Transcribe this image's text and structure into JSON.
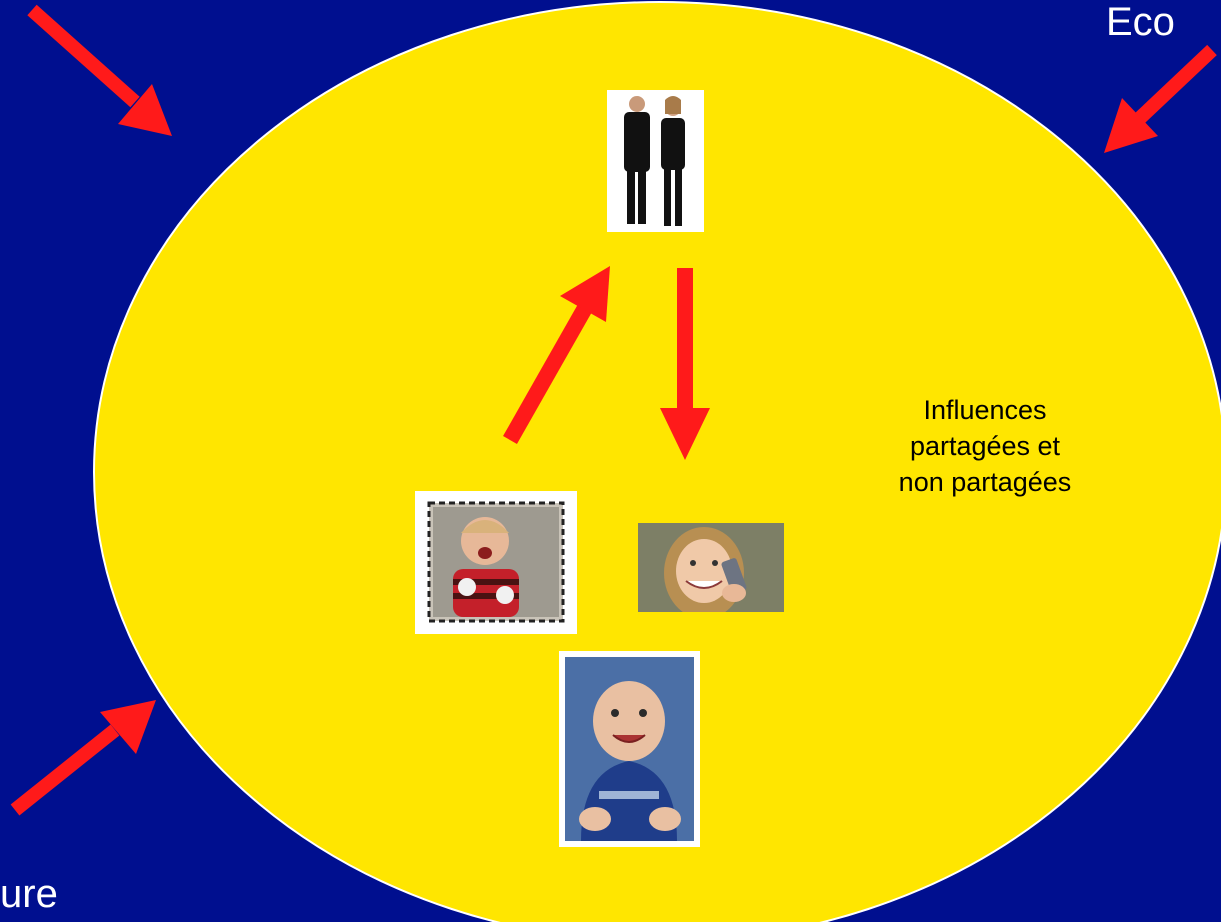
{
  "colors": {
    "background": "#000f8f",
    "ellipse_fill": "#ffe600",
    "ellipse_stroke": "#ffffff",
    "arrow": "#ff1a1a",
    "label_text": "#000000",
    "edge_text": "#ffffff"
  },
  "edge_labels": {
    "top_right": "Eco",
    "bottom_left": "ure"
  },
  "center_label": {
    "line1": "Influences",
    "line2": "partagées et",
    "line3": "non partagées"
  },
  "photos": [
    {
      "id": "parents",
      "icon": "parents-photo"
    },
    {
      "id": "boy",
      "icon": "boy-photo"
    },
    {
      "id": "girl",
      "icon": "girl-phone-photo"
    },
    {
      "id": "baby",
      "icon": "baby-photo"
    }
  ]
}
